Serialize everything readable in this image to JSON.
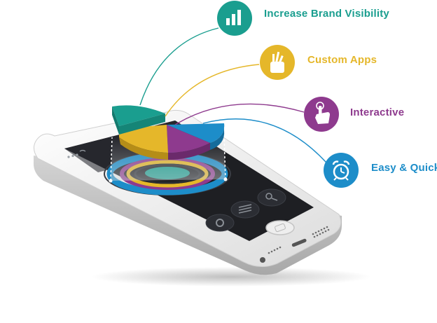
{
  "colors": {
    "teal": "#1a9e8f",
    "yellow": "#e5b72a",
    "purple": "#8e3a8e",
    "blue": "#1d8dc9",
    "screen": "#1e1f23",
    "phone_body": "#f2f2f2"
  },
  "features": [
    {
      "label": "Increase Brand Visibility",
      "icon": "bar-chart-icon",
      "color": "#1a9e8f"
    },
    {
      "label": "Custom Apps",
      "icon": "pencil-cup-icon",
      "color": "#e5b72a"
    },
    {
      "label": "Interactive",
      "icon": "touch-hand-icon",
      "color": "#8e3a8e"
    },
    {
      "label": "Easy & Quick",
      "icon": "alarm-clock-icon",
      "color": "#1d8dc9"
    }
  ],
  "phone_screen": {
    "icons": [
      "gear-icon",
      "menu-lines-icon",
      "magnifier-icon"
    ]
  }
}
